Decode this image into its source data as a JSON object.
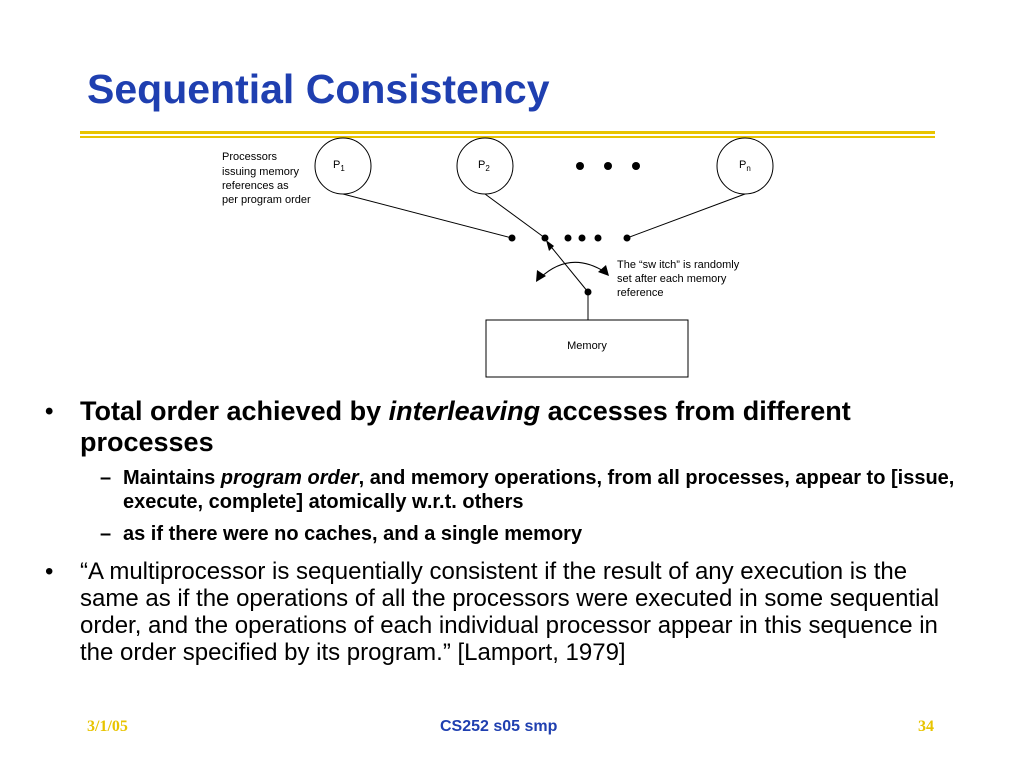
{
  "slide": {
    "title": "Sequential Consistency"
  },
  "diagram": {
    "processors_label_lines": [
      "Processors",
      "issuing memory",
      "references as",
      "per program order"
    ],
    "p1_main": "P",
    "p1_sub": "1",
    "p2_main": "P",
    "p2_sub": "2",
    "pn_main": "P",
    "pn_sub": "n",
    "switch_note_lines": [
      "The “sw itch” is randomly",
      "set after each memory",
      "reference"
    ],
    "memory_label": "Memory"
  },
  "bullets": {
    "b1_part1": "Total order achieved by ",
    "b1_italic": "interleaving",
    "b1_part2": " accesses from different processes",
    "sub1_part1": "Maintains ",
    "sub1_italic": "program order",
    "sub1_part2": ", and memory operations, from all processes, appear to [issue, execute, complete] atomically w.r.t. others",
    "sub2": "as if there were no caches, and a single memory",
    "b2": " “A multiprocessor is sequentially consistent if the result of any execution is the same as if the operations of all the processors were executed in some sequential order, and the operations of each individual processor appear in this sequence in the order specified by its program.” [Lamport, 1979]"
  },
  "footer": {
    "date": "3/1/05",
    "course": "CS252 s05 smp",
    "page": "34"
  },
  "colors": {
    "title": "#1f3fb0",
    "rule": "#e8c400",
    "footer_side": "#e8c400",
    "footer_center": "#1f3fb0"
  }
}
